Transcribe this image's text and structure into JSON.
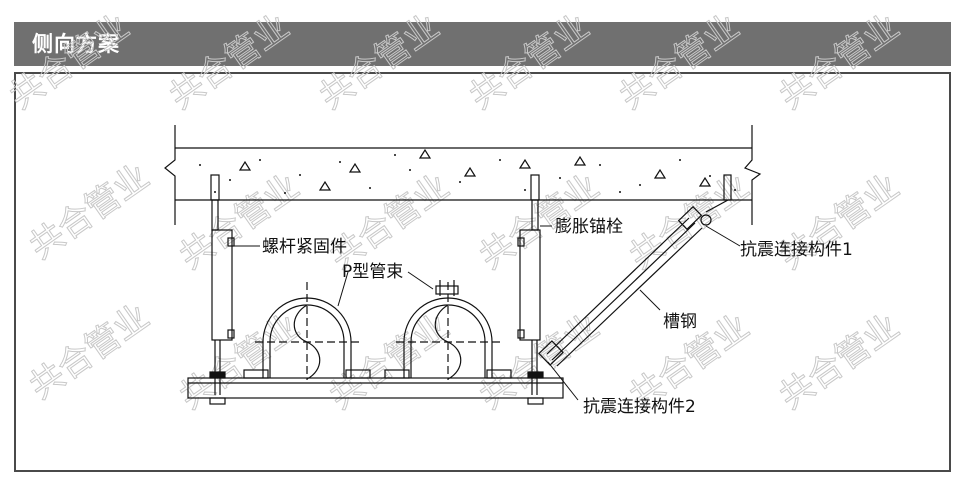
{
  "header": {
    "title": "侧向方案"
  },
  "labels": {
    "anchor_bolt": "膨胀锚栓",
    "rod_fastener": "螺杆紧固件",
    "p_clamp": "P型管束",
    "channel_steel": "槽钢",
    "connector_1": "抗震连接构件1",
    "connector_2": "抗震连接构件2"
  },
  "watermark": "共合管业",
  "colors": {
    "header_bg": "#707070",
    "line": "#111111",
    "watermark": "#c8c8c8"
  }
}
